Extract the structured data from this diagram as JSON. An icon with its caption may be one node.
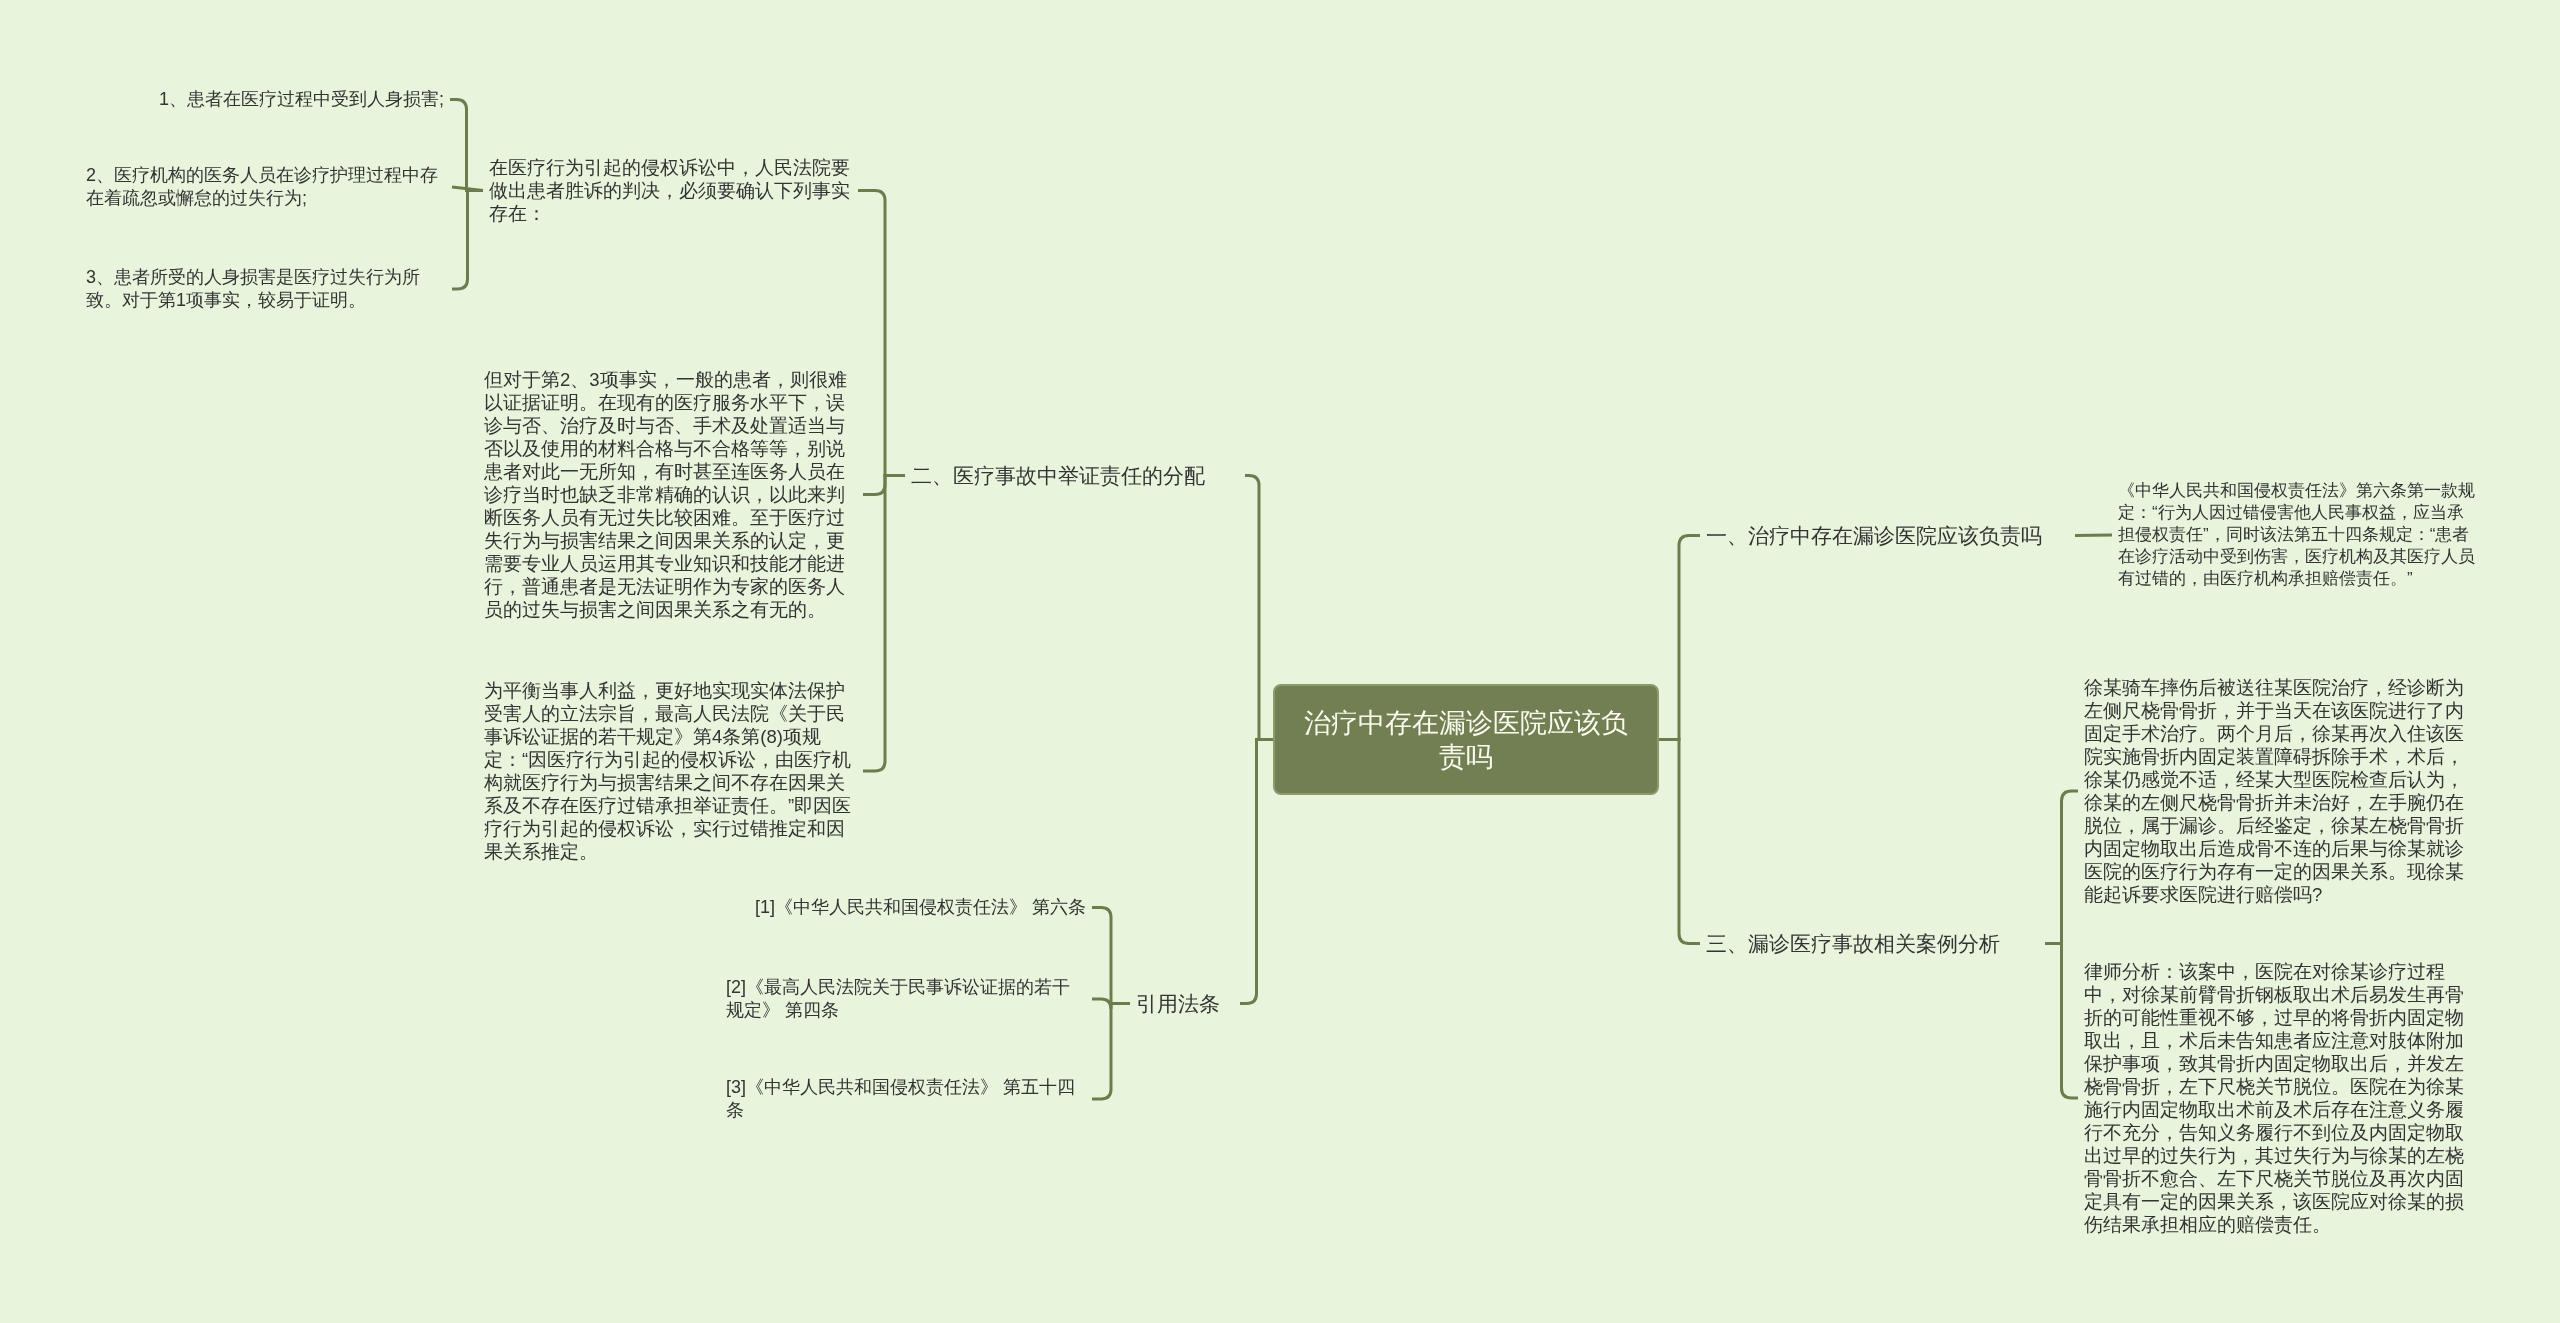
{
  "diagram": {
    "nodes": [
      {
        "text": [
          "治疗中存在漏诊医院应该负责吗"
        ]
      },
      {
        "text": [
          "二、医疗事故中举证责任的分配"
        ]
      },
      {
        "text": [
          "在医疗行为引起的侵权诉讼中，人民法院要做出患者胜诉的判决，必须要确认下列事实存在："
        ]
      },
      {
        "text": [
          "1、患者在医疗过程中受到人身损害;"
        ]
      },
      {
        "text": [
          "2、医疗机构的医务人员在诊疗护理过程中存在着疏忽或懈怠的过失行为;"
        ]
      },
      {
        "text": [
          "3、患者所受的人身损害是医疗过失行为所致。对于第1项事实，较易于证明。"
        ]
      },
      {
        "text": [
          "但对于第2、3项事实，一般的患者，则很难以证据证明。在现有的医疗服务水平下，误诊与否、治疗及时与否、手术及处置适当与否以及使用的材料合格与不合格等等，别说患者对此一无所知，有时甚至连医务人员在诊疗当时也缺乏非常精确的认识，以此来判断医务人员有无过失比较困难。至于医疗过失行为与损害结果之间因果关系的认定，更需要专业人员运用其专业知识和技能才能进行，普通患者是无法证明作为专家的医务人员的过失与损害之间因果关系之有无的。"
        ]
      },
      {
        "text": [
          "为平衡当事人利益，更好地实现实体法保护受害人的立法宗旨，最高人民法院《关于民事诉讼证据的若干规定》第4条第(8)项规定：“因医疗行为引起的侵权诉讼，由医疗机构就医疗行为与损害结果之间不存在因果关系及不存在医疗过错承担举证责任。”即因医疗行为引起的侵权诉讼，实行过错推定和因果关系推定。"
        ]
      },
      {
        "text": [
          "引用法条"
        ]
      },
      {
        "text": [
          "[1]《中华人民共和国侵权责任法》 第六条"
        ]
      },
      {
        "text": [
          "[2]《最高人民法院关于民事诉讼证据的若干规定》 第四条"
        ]
      },
      {
        "text": [
          "[3]《中华人民共和国侵权责任法》 第五十四条"
        ]
      },
      {
        "text": [
          "一、治疗中存在漏诊医院应该负责吗"
        ]
      },
      {
        "text": [
          "《中华人民共和国侵权责任法》第六条第一款规定：“行为人因过错侵害他人民事权益，应当承担侵权责任”，同时该法第五十四条规定：“患者在诊疗活动中受到伤害，医疗机构及其医疗人员有过错的，由医疗机构承担赔偿责任。”"
        ]
      },
      {
        "text": [
          "三、漏诊医疗事故相关案例分析"
        ]
      },
      {
        "text": [
          "徐某骑车摔伤后被送往某医院治疗，经诊断为左侧尺桡骨骨折，并于当天在该医院进行了内固定手术治疗。两个月后，徐某再次入住该医院实施骨折内固定装置障碍拆除手术，术后，徐某仍感觉不适，经某大型医院检查后认为，徐某的左侧尺桡骨骨折并未治好，左手腕仍在脱位，属于漏诊。后经鉴定，徐某左桡骨骨折内固定物取出后造成骨不连的后果与徐某就诊医院的医疗行为存有一定的因果关系。现徐某能起诉要求医院进行赔偿吗?"
        ]
      },
      {
        "text": [
          "律师分析：该案中，医院在对徐某诊疗过程中，对徐某前臂骨折钢板取出术后易发生再骨折的可能性重视不够，过早的将骨折内固定物取出，且，术后未告知患者应注意对肢体附加保护事项，致其骨折内固定物取出后，并发左桡骨骨折，左下尺桡关节脱位。医院在为徐某施行内固定物取出术前及术后存在注意义务履行不充分，告知义务履行不到位及内固定物取出过早的过失行为，其过失行为与徐某的左桡骨骨折不愈合、左下尺桡关节脱位及再次内固定具有一定的因果关系，该医院应对徐某的损伤结果承担相应的赔偿责任。"
        ]
      }
    ],
    "edges": [
      {
        "from": 0,
        "to": 1,
        "arrow": "none"
      },
      {
        "from": 1,
        "to": 2,
        "arrow": "none"
      },
      {
        "from": 2,
        "to": 3,
        "arrow": "none"
      },
      {
        "from": 2,
        "to": 4,
        "arrow": "none"
      },
      {
        "from": 2,
        "to": 5,
        "arrow": "none"
      },
      {
        "from": 1,
        "to": 6,
        "arrow": "none"
      },
      {
        "from": 1,
        "to": 7,
        "arrow": "none"
      },
      {
        "from": 0,
        "to": 8,
        "arrow": "none"
      },
      {
        "from": 8,
        "to": 9,
        "arrow": "none"
      },
      {
        "from": 8,
        "to": 10,
        "arrow": "none"
      },
      {
        "from": 8,
        "to": 11,
        "arrow": "none"
      },
      {
        "from": 0,
        "to": 12,
        "arrow": "none"
      },
      {
        "from": 12,
        "to": 13,
        "arrow": "none"
      },
      {
        "from": 0,
        "to": 14,
        "arrow": "none"
      },
      {
        "from": 14,
        "to": 15,
        "arrow": "none"
      },
      {
        "from": 14,
        "to": 16,
        "arrow": "none"
      }
    ]
  }
}
